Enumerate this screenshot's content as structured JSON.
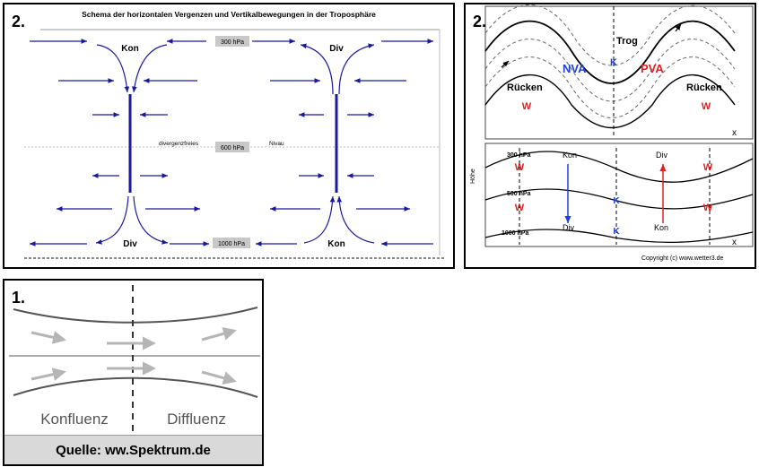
{
  "panel_schema": {
    "number": "2.",
    "title": "Schema der horizontalen Vergenzen und Vertikalbewegungen in der Troposphäre",
    "label_kon_top": "Kon",
    "label_div_top": "Div",
    "label_div_bottom": "Div",
    "label_kon_bottom": "Kon",
    "level_300": "300 hPa",
    "level_600": "600 hPa",
    "level_1000": "1000 hPa",
    "nivau_left": "divergenzfreies",
    "nivau_right": "Nivau",
    "colors": {
      "arrow": "#1a1a9c",
      "box": "#c8c8c8"
    }
  },
  "panel_wave": {
    "number": "2.",
    "trog": "Trog",
    "nva": "NVA",
    "k_top": "K",
    "pva": "PVA",
    "ruecken_left": "Rücken",
    "ruecken_right": "Rücken",
    "w_left": "W",
    "w_right": "W",
    "x_top": "x",
    "hoehe": "Höhe",
    "p300": "300 hPa",
    "p500": "500 hPa",
    "p1000": "1000 hPa",
    "w_a1": "W",
    "w_a2": "W",
    "w_b1": "W",
    "w_b2": "W",
    "kon": "Kon",
    "div_top": "Div",
    "div_bottom": "Div",
    "kon_bottom": "Kon",
    "k_mid": "K",
    "k_bot": "K",
    "x_bottom": "x",
    "copyright": "Copyright  (c)  www.wetter3.de",
    "colors": {
      "blue": "#1f3fd6",
      "red": "#e02020"
    }
  },
  "panel_konfluenz": {
    "number": "1.",
    "konfluenz": "Konfluenz",
    "diffluenz": "Diffluenz",
    "source": "Quelle: ww.Spektrum.de"
  }
}
